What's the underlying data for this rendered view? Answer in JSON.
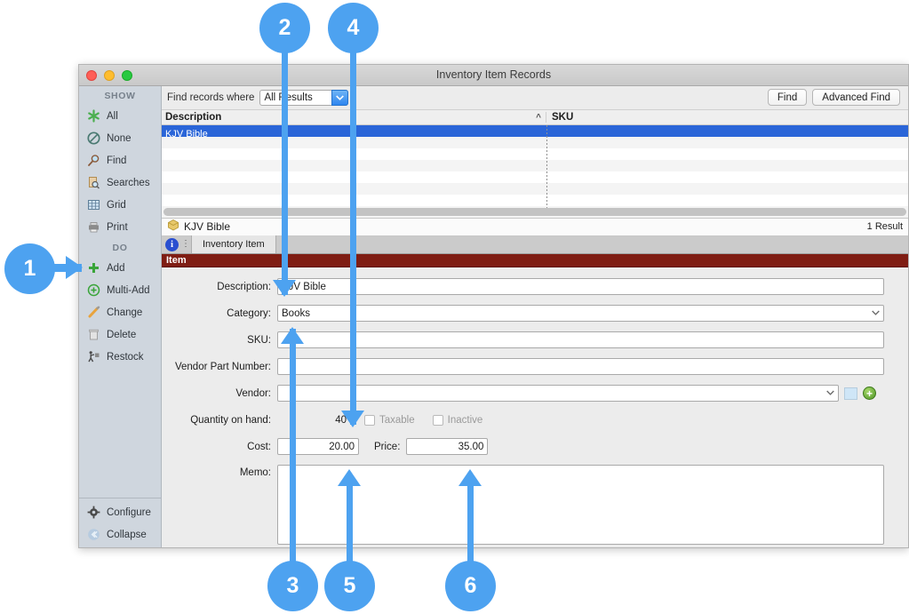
{
  "window": {
    "title": "Inventory Item Records",
    "traffic_lights": [
      "close-red",
      "minimize-yellow",
      "zoom-green"
    ]
  },
  "sidebar": {
    "show_header": "SHOW",
    "do_header": "DO",
    "show_items": [
      {
        "label": "All",
        "icon": "asterisk-icon"
      },
      {
        "label": "None",
        "icon": "no-entry-icon"
      },
      {
        "label": "Find",
        "icon": "magnifier-icon"
      },
      {
        "label": "Searches",
        "icon": "saved-search-icon"
      },
      {
        "label": "Grid",
        "icon": "grid-icon"
      },
      {
        "label": "Print",
        "icon": "printer-icon"
      }
    ],
    "do_items": [
      {
        "label": "Add",
        "icon": "plus-icon"
      },
      {
        "label": "Multi-Add",
        "icon": "multi-add-icon"
      },
      {
        "label": "Change",
        "icon": "pencil-icon"
      },
      {
        "label": "Delete",
        "icon": "trash-icon"
      },
      {
        "label": "Restock",
        "icon": "restock-icon"
      }
    ],
    "footer_items": [
      {
        "label": "Configure",
        "icon": "gear-icon"
      },
      {
        "label": "Collapse",
        "icon": "collapse-icon"
      }
    ]
  },
  "findbar": {
    "label": "Find records where",
    "combo_value": "All Results",
    "find_button": "Find",
    "advanced_find_button": "Advanced Find"
  },
  "list": {
    "columns": [
      "Description",
      "SKU"
    ],
    "sort_indicator": "^",
    "rows": [
      {
        "description": "KJV Bible",
        "sku": "",
        "selected": true
      },
      {
        "description": "",
        "sku": "",
        "selected": false
      },
      {
        "description": "",
        "sku": "",
        "selected": false
      },
      {
        "description": "",
        "sku": "",
        "selected": false
      },
      {
        "description": "",
        "sku": "",
        "selected": false
      },
      {
        "description": "",
        "sku": "",
        "selected": false
      },
      {
        "description": "",
        "sku": "",
        "selected": false
      },
      {
        "description": "",
        "sku": "",
        "selected": false
      }
    ]
  },
  "record": {
    "name": "KJV Bible",
    "result_count": "1 Result",
    "tab_label": "Inventory Item",
    "section_band": "Item"
  },
  "form": {
    "description_label": "Description:",
    "description_value": "KJV Bible",
    "category_label": "Category:",
    "category_value": "Books",
    "sku_label": "SKU:",
    "sku_value": "",
    "vendor_part_label": "Vendor Part Number:",
    "vendor_part_value": "",
    "vendor_label": "Vendor:",
    "vendor_value": "",
    "quantity_label": "Quantity on hand:",
    "quantity_value": "40",
    "taxable_label": "Taxable",
    "inactive_label": "Inactive",
    "cost_label": "Cost:",
    "cost_value": "20.00",
    "price_label": "Price:",
    "price_value": "35.00",
    "memo_label": "Memo:",
    "memo_value": ""
  },
  "callouts": [
    {
      "number": "1",
      "target": "sidebar-add-button"
    },
    {
      "number": "2",
      "target": "description-field"
    },
    {
      "number": "3",
      "target": "category-field"
    },
    {
      "number": "4",
      "target": "quantity-on-hand-value"
    },
    {
      "number": "5",
      "target": "cost-field"
    },
    {
      "number": "6",
      "target": "price-field"
    }
  ],
  "colors": {
    "callout_blue": "#4da2f0",
    "selection_blue": "#2a65d8",
    "section_band_red": "#7f1d13",
    "sidebar_bg": "#cfd6de"
  }
}
